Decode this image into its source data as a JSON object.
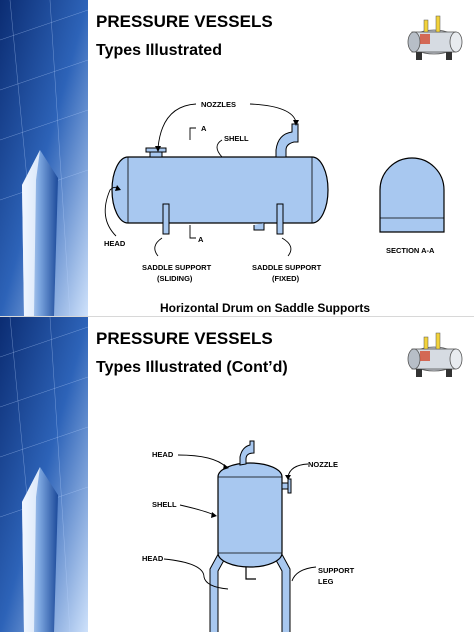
{
  "slides": [
    {
      "title": "PRESSURE VESSELS",
      "subtitle": "Types Illustrated",
      "labels": {
        "nozzles": "NOZZLES",
        "a_top": "A",
        "shell": "SHELL",
        "head": "HEAD",
        "a_bottom": "A",
        "saddle_sliding_1": "SADDLE SUPPORT",
        "saddle_sliding_2": "(SLIDING)",
        "saddle_fixed_1": "SADDLE SUPPORT",
        "saddle_fixed_2": "(FIXED)",
        "section": "SECTION A-A"
      },
      "caption": "Horizontal Drum on Saddle Supports"
    },
    {
      "title": "PRESSURE VESSELS",
      "subtitle": "Types Illustrated (Cont’d)",
      "labels": {
        "head_top": "HEAD",
        "nozzle": "NOZZLE",
        "shell": "SHELL",
        "head_bottom": "HEAD",
        "support_1": "SUPPORT",
        "support_2": "LEG"
      }
    }
  ],
  "colors": {
    "vessel_fill": "#a8c8f0",
    "outline": "#000000",
    "sidebar_dark": "#0a2a6e",
    "sidebar_light": "#6fa0e0"
  }
}
